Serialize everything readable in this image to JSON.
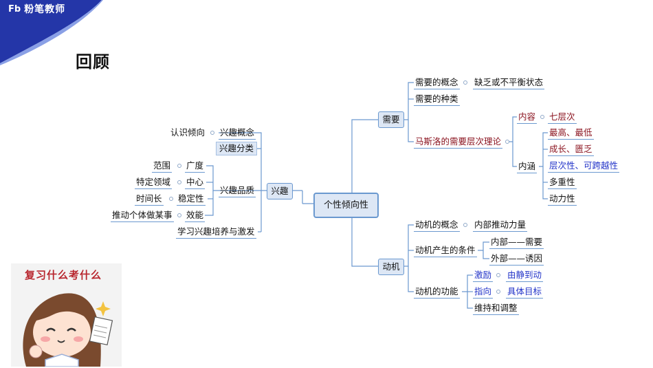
{
  "brand": {
    "logo": "Fb",
    "name": "粉笔教师"
  },
  "page": {
    "title": "回顾"
  },
  "sticker": {
    "text": "复习什么考什么"
  },
  "mindmap": {
    "root": "个性倾向性",
    "xingqu": {
      "label": "兴趣",
      "concept": "兴趣概念",
      "concept_desc": "认识倾向",
      "category": "兴趣分类",
      "quality": "兴趣品质",
      "quality_items": [
        {
          "name": "广度",
          "desc": "范围"
        },
        {
          "name": "中心",
          "desc": "特定领域"
        },
        {
          "name": "稳定性",
          "desc": "时间长"
        },
        {
          "name": "效能",
          "desc": "推动个体做某事"
        }
      ],
      "cultivation": "学习兴趣培养与激发"
    },
    "xuyao": {
      "label": "需要",
      "concept": "需要的概念",
      "concept_desc": "缺乏或不平衡状态",
      "types": "需要的种类",
      "maslow": "马斯洛的需要层次理论",
      "content": "内容",
      "content_desc": "七层次",
      "connotation": "内涵",
      "connotation_items": [
        "最高、最低",
        "成长、匮乏",
        "层次性、可跨越性",
        "多重性",
        "动力性"
      ]
    },
    "dongji": {
      "label": "动机",
      "concept": "动机的概念",
      "concept_desc": "内部推动力量",
      "conditions": "动机产生的条件",
      "internal": "内部——需要",
      "external": "外部——诱因",
      "functions": "动机的功能",
      "activate": "激励",
      "activate_desc": "由静到动",
      "direct": "指向",
      "direct_desc": "具体目标",
      "maintain": "维持和调整"
    }
  },
  "colors": {
    "accent": "#6a98cf",
    "node_fill": "#dde7f5",
    "dark_red": "#8b1420",
    "blue": "#2233c8",
    "brand_blue": "#2436a8"
  }
}
